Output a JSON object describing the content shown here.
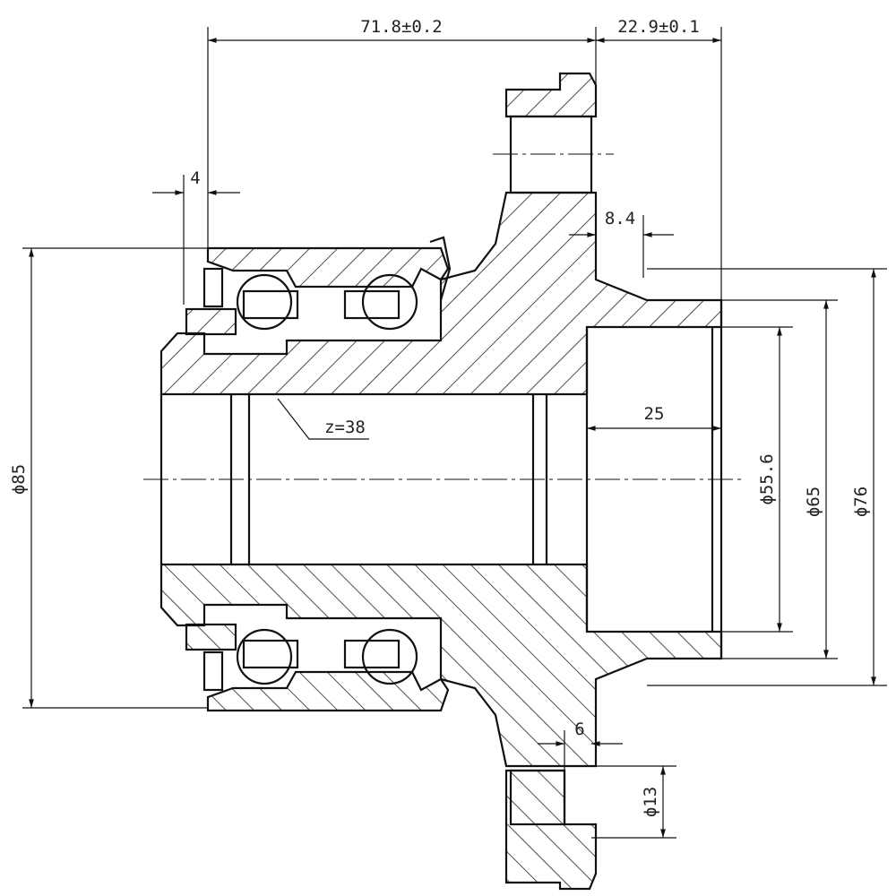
{
  "title": "Wheel hub bearing assembly section drawing",
  "dimensions": {
    "overall_length": "71.8±0.2",
    "flange_to_end": "22.9±0.1",
    "seal_offset": "4",
    "flange_step": "8.4",
    "spline_teeth": "z=38",
    "pilot_depth": "25",
    "outer_dia": "ϕ85",
    "bore_dia": "ϕ55.6",
    "pilot_dia": "ϕ65",
    "shoulder_dia": "ϕ76",
    "hole_counterbore": "6",
    "bolt_hole_dia": "ϕ13"
  }
}
